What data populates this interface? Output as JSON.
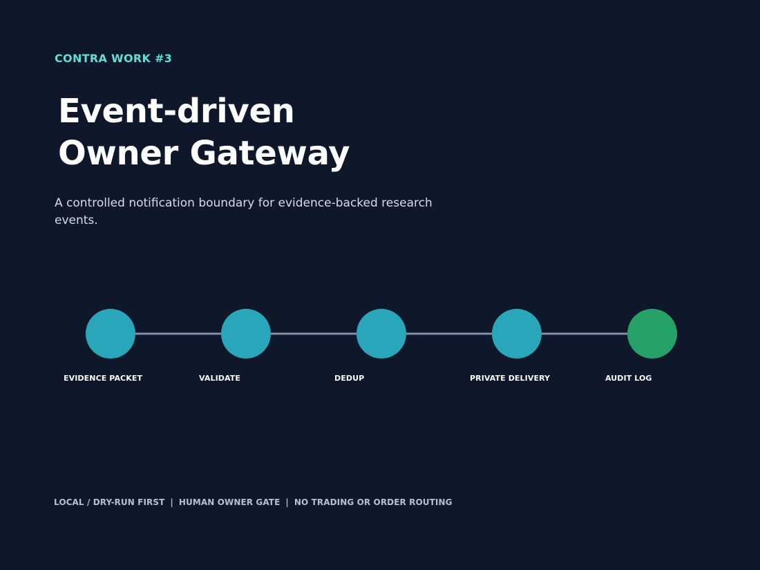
{
  "eyebrow": "CONTRA WORK #3",
  "title": {
    "line1": "Event-driven",
    "line2": "Owner Gateway"
  },
  "subtitle": "A controlled notification boundary for evidence-backed research events.",
  "flow": {
    "steps": [
      {
        "label": "EVIDENCE PACKET",
        "color": "#2aa6ba"
      },
      {
        "label": "VALIDATE",
        "color": "#2aa6ba"
      },
      {
        "label": "DEDUP",
        "color": "#2aa6ba"
      },
      {
        "label": "PRIVATE DELIVERY",
        "color": "#2aa6ba"
      },
      {
        "label": "AUDIT LOG",
        "color": "#26a269"
      }
    ],
    "connector_color": "#8092ae"
  },
  "footer": {
    "items": [
      "LOCAL / DRY-RUN FIRST",
      "HUMAN OWNER GATE",
      "NO TRADING OR ORDER ROUTING"
    ],
    "separator": "|"
  },
  "colors": {
    "background": "#0f172a",
    "accent": "#5ee0d8",
    "title": "#ffffff",
    "subtitle": "#d7dde8",
    "footer": "#b5c0d2"
  }
}
